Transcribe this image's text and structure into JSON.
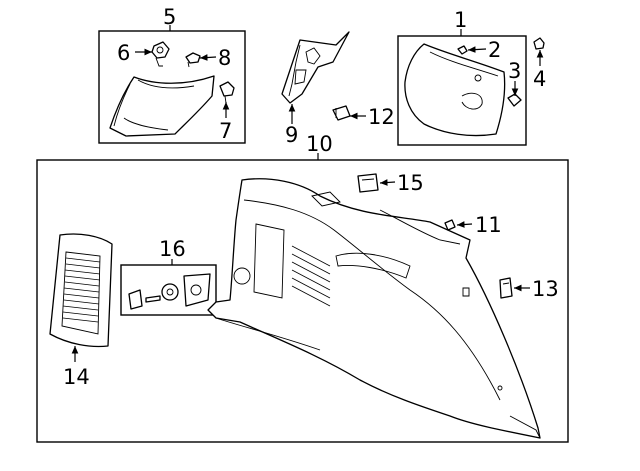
{
  "diagram": {
    "type": "exploded parts diagram",
    "callouts": [
      "1",
      "2",
      "3",
      "4",
      "5",
      "6",
      "7",
      "8",
      "9",
      "10",
      "11",
      "12",
      "13",
      "14",
      "15",
      "16"
    ]
  }
}
